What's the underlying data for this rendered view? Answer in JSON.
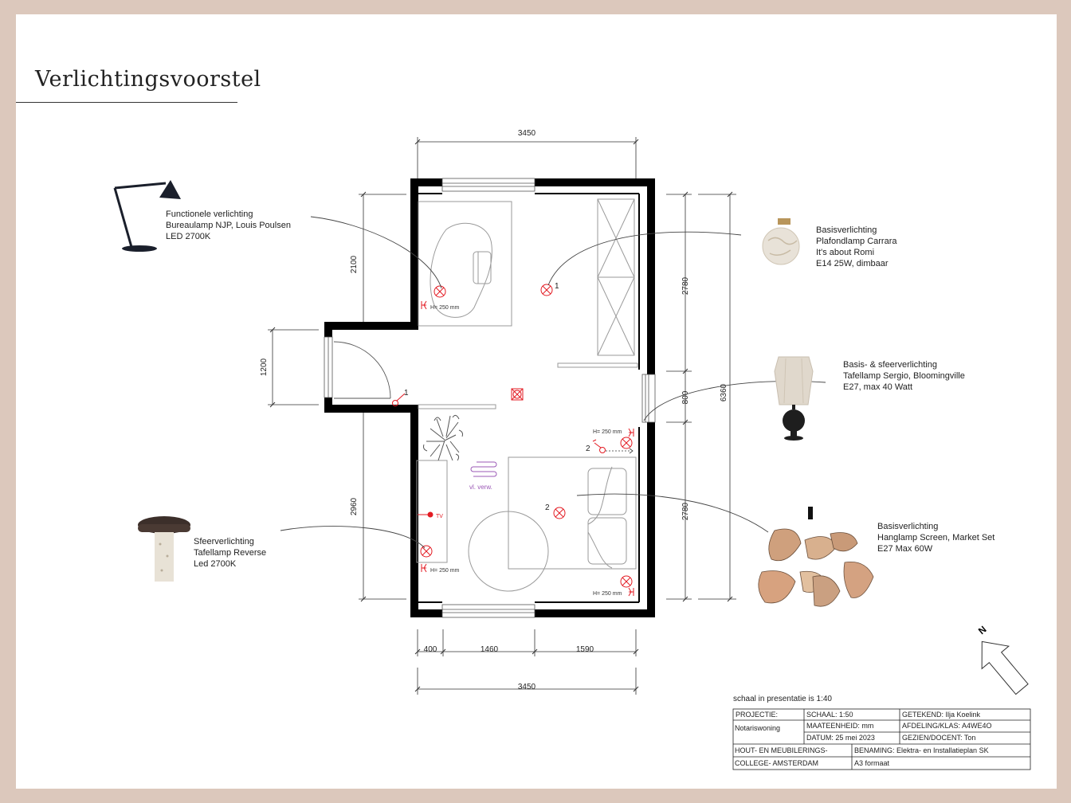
{
  "title": "Verlichtingsvoorstel",
  "dimensions": {
    "top": "3450",
    "bottom": "3450",
    "left_upper": "2100",
    "left_door": "1200",
    "left_lower": "2960",
    "right_upper": "2780",
    "right_window": "800",
    "right_lower": "2780",
    "right_total": "6360",
    "bottom_a": "400",
    "bottom_b": "1460",
    "bottom_c": "1590"
  },
  "plan_labels": {
    "socket_height": "H= 250 mm",
    "tv": "TV",
    "floor_heating": "vl. verw.",
    "num_1": "1",
    "num_2": "2"
  },
  "lights": {
    "functional": [
      "Functionele  verlichting",
      "Bureaulamp NJP, Louis Poulsen",
      "LED 2700K"
    ],
    "basic_ceiling": [
      "Basisverlichting",
      "Plafondlamp  Carrara",
      "It's about Romi",
      "E14 25W, dimbaar"
    ],
    "basic_mood": [
      "Basis- & sfeerverlichting",
      "Tafellamp Sergio, Bloomingville",
      "E27, max 40 Watt"
    ],
    "mood": [
      "Sfeerverlichting",
      "Tafellamp Reverse",
      "Led 2700K"
    ],
    "basic_pendant": [
      "Basisverlichting",
      "Hanglamp Screen, Market Set",
      "E27 Max 60W"
    ]
  },
  "north": "N",
  "scale_note": "schaal in presentatie is 1:40",
  "title_block": {
    "projectie": "PROJECTIE:",
    "project": "Notariswoning",
    "schaal": "SCHAAL: 1:50",
    "maateenheid": "MAATEENHEID: mm",
    "datum": "DATUM: 25 mei 2023",
    "getekend": "GETEKEND: Ilja Koelink",
    "afdeling": "AFDELING/KLAS: A4WE4O",
    "gezien": "GEZIEN/DOCENT: Ton",
    "school1": "HOUT- EN MEUBILERINGS-",
    "school2": "COLLEGE- AMSTERDAM",
    "benaming": "BENAMING: Elektra- en Installatieplan SK",
    "formaat": "A3 formaat"
  },
  "colors": {
    "background": "#dcc8bc",
    "wall": "#000000",
    "symbol": "#e31b23",
    "furniture": "#9a9a9a",
    "heating": "#9b59b6"
  }
}
